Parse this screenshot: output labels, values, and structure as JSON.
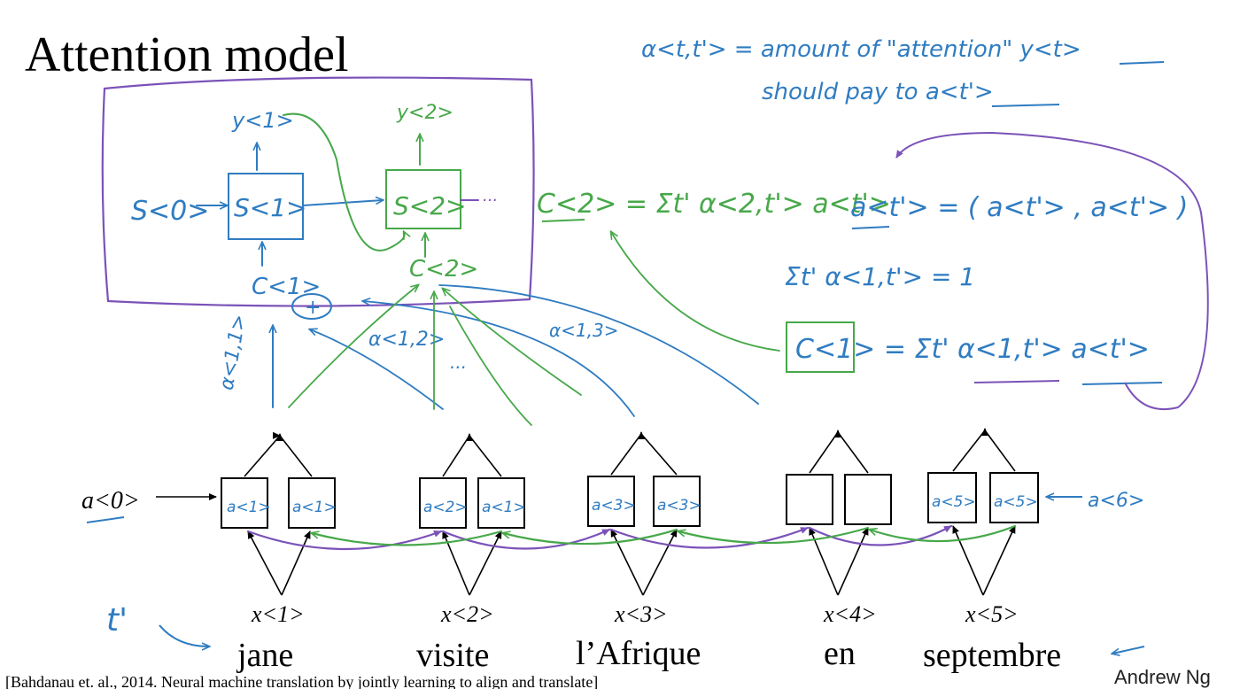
{
  "title": "Attention model",
  "author": "Andrew Ng",
  "citation": "[Bahdanau et. al., 2014. Neural machine translation by jointly learning to align and translate]",
  "input": {
    "words": [
      "jane",
      "visite",
      "l’Afrique",
      "en",
      "septembre"
    ],
    "x_labels": [
      "x<1>",
      "x<2>",
      "x<3>",
      "x<4>",
      "x<5>"
    ],
    "fwd_labels": [
      "a<1>",
      "a<2>",
      "a<3>",
      "",
      "a<5>"
    ],
    "bwd_labels": [
      "a<1>",
      "a<1>",
      "a<3>",
      "",
      "a<5>"
    ],
    "a0_label": "a<0>",
    "a6_label": "a<6>",
    "t_prime": "t'"
  },
  "decoder": {
    "s0": "S<0>",
    "s1": "S<1>",
    "s2": "S<2>",
    "y1": "y<1>",
    "y2": "y<2>",
    "c1": "C<1>",
    "c2": "C<2>",
    "plus": "+",
    "ellipsis": "···",
    "dots": "...",
    "alpha11": "α<1,1>",
    "alpha12": "α<1,2>",
    "alpha13": "α<1,3>"
  },
  "notes": {
    "alpha_def_1": "α<t,t'> = amount of \"attention\" y<t>",
    "alpha_def_2": "should pay to a<t'>",
    "c2_eq": "C<2> = Σt' α<2,t'> a<t'>",
    "a_eq": "a<t'> = ( a<t'> , a<t'> )",
    "sum_eq": "Σt' α<1,t'> = 1",
    "c1_eq": "C<1> = Σt' α<1,t'> a<t'>"
  }
}
